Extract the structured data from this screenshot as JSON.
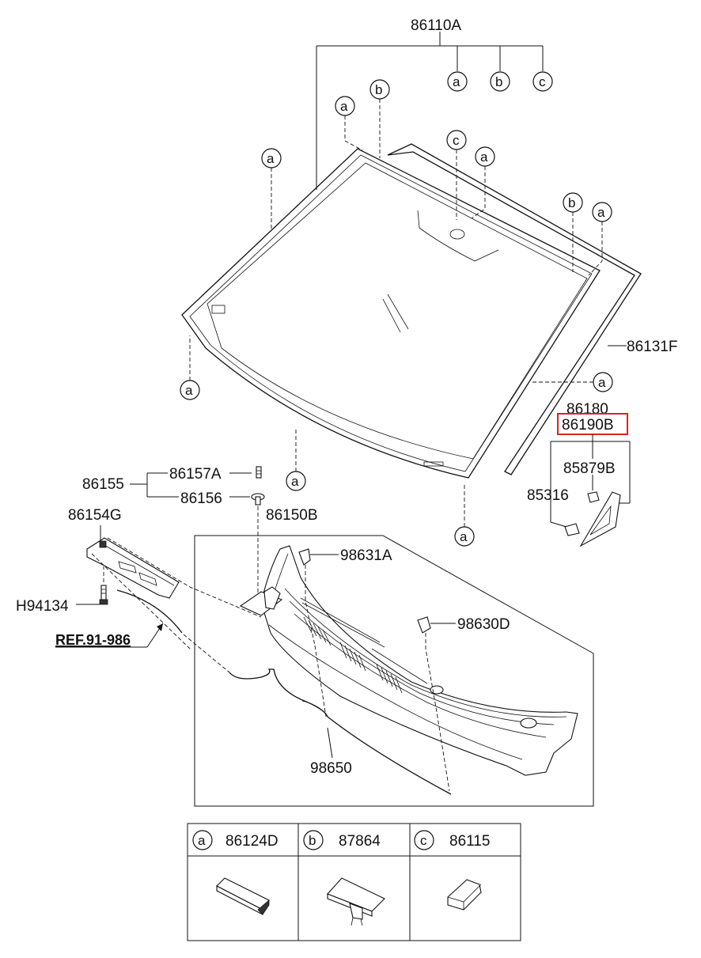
{
  "part_labels": {
    "p86110A": "86110A",
    "p86131F": "86131F",
    "p86180": "86180",
    "p86190B": "86190B",
    "p85879B": "85879B",
    "p85316": "85316",
    "p86155": "86155",
    "p86157A": "86157A",
    "p86156": "86156",
    "p86154G": "86154G",
    "p86150B": "86150B",
    "p98631A": "98631A",
    "p98630D": "98630D",
    "pH94134": "H94134",
    "pREF": "REF.91-986",
    "p98650": "98650"
  },
  "callouts": {
    "a": "a",
    "b": "b",
    "c": "c"
  },
  "legend": {
    "a_code": "86124D",
    "b_code": "87864",
    "c_code": "86115"
  },
  "highlight_color": "#e02020"
}
